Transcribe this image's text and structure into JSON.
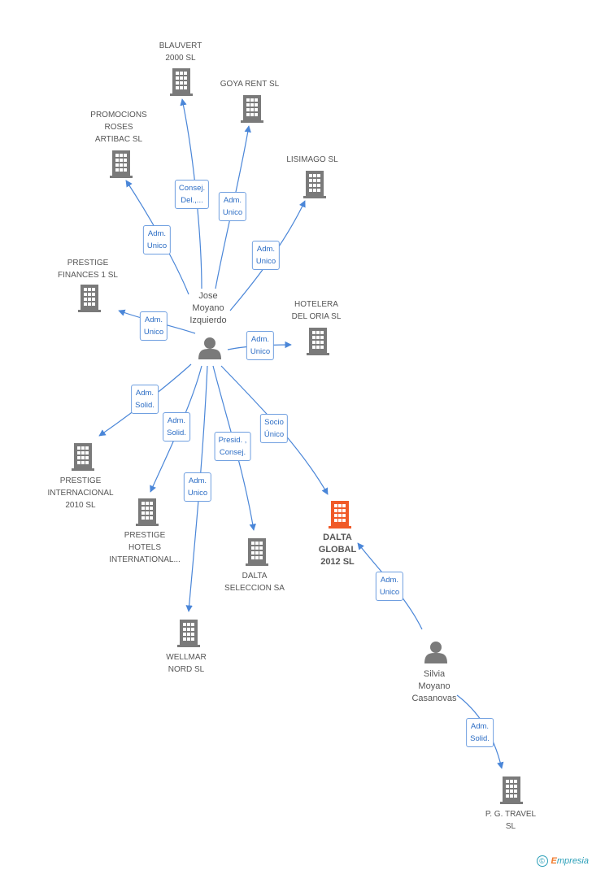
{
  "colors": {
    "edge": "#4a86d8",
    "building": "#7a7a7a",
    "focus_building": "#f05a28",
    "person": "#7a7a7a"
  },
  "nodes": [
    {
      "id": "blauvert",
      "kind": "company",
      "label": "BLAUVERT\n2000 SL"
    },
    {
      "id": "goya",
      "kind": "company",
      "label": "GOYA RENT SL"
    },
    {
      "id": "promocions",
      "kind": "company",
      "label": "PROMOCIONS\nROSES\nARTIBAC SL"
    },
    {
      "id": "lisimago",
      "kind": "company",
      "label": "LISIMAGO SL"
    },
    {
      "id": "prestige_fin",
      "kind": "company",
      "label": "PRESTIGE\nFINANCES 1 SL"
    },
    {
      "id": "hotelera",
      "kind": "company",
      "label": "HOTELERA\nDEL ORIA SL"
    },
    {
      "id": "prestige_int",
      "kind": "company",
      "label": "PRESTIGE\nINTERNACIONAL\n2010 SL"
    },
    {
      "id": "prestige_hot",
      "kind": "company",
      "label": "PRESTIGE\nHOTELS\nINTERNATIONAL..."
    },
    {
      "id": "dalta_sel",
      "kind": "company",
      "label": "DALTA\nSELECCION SA"
    },
    {
      "id": "dalta_glob",
      "kind": "focus",
      "label": "DALTA\nGLOBAL\n2012 SL"
    },
    {
      "id": "wellmar",
      "kind": "company",
      "label": "WELLMAR\nNORD SL"
    },
    {
      "id": "pgtravel",
      "kind": "company",
      "label": "P. G. TRAVEL\nSL"
    },
    {
      "id": "jose",
      "kind": "person",
      "label": "Jose\nMoyano\nIzquierdo"
    },
    {
      "id": "silvia",
      "kind": "person",
      "label": "Silvia\nMoyano\nCasanovas"
    }
  ],
  "edges": [
    {
      "from": "jose",
      "to": "blauvert",
      "label": "Consej.\nDel.,..."
    },
    {
      "from": "jose",
      "to": "goya",
      "label": "Adm.\nUnico"
    },
    {
      "from": "jose",
      "to": "promocions",
      "label": "Adm.\nUnico"
    },
    {
      "from": "jose",
      "to": "lisimago",
      "label": "Adm.\nUnico"
    },
    {
      "from": "jose",
      "to": "prestige_fin",
      "label": "Adm.\nUnico"
    },
    {
      "from": "jose",
      "to": "hotelera",
      "label": "Adm.\nUnico"
    },
    {
      "from": "jose",
      "to": "prestige_int",
      "label": "Adm.\nSolid."
    },
    {
      "from": "jose",
      "to": "prestige_hot",
      "label": "Adm.\nSolid."
    },
    {
      "from": "jose",
      "to": "dalta_sel",
      "label": "Presid. ,\nConsej."
    },
    {
      "from": "jose",
      "to": "dalta_glob",
      "label": "Socio\nÚnico"
    },
    {
      "from": "jose",
      "to": "wellmar",
      "label": "Adm.\nUnico"
    },
    {
      "from": "silvia",
      "to": "dalta_glob",
      "label": "Adm.\nUnico"
    },
    {
      "from": "silvia",
      "to": "pgtravel",
      "label": "Adm.\nSolid."
    }
  ],
  "footer": {
    "copyright": "©",
    "brand_e": "E",
    "brand_rest": "mpresia"
  }
}
